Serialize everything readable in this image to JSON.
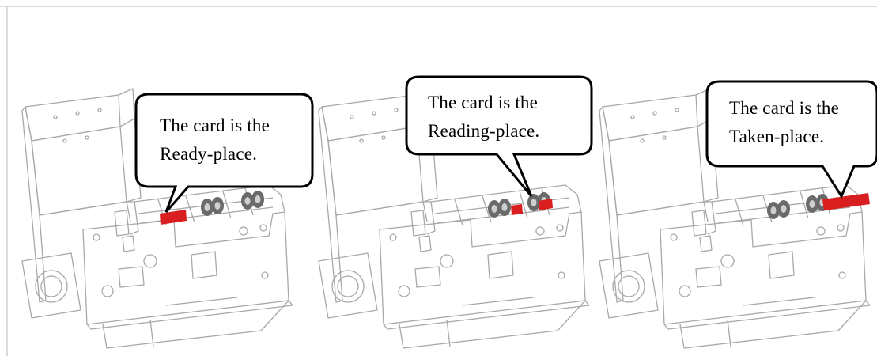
{
  "panels": [
    {
      "callout": {
        "line1": "The card is the",
        "line2": "Ready-place."
      },
      "card_position": "ready"
    },
    {
      "callout": {
        "line1": "The card is the",
        "line2": "Reading-place."
      },
      "card_position": "reading"
    },
    {
      "callout": {
        "line1": "The card is the",
        "line2": "Taken-place."
      },
      "card_position": "taken"
    }
  ],
  "colors": {
    "card": "#d81e1e",
    "machine_line": "#9a9a9a",
    "roller": "#707070",
    "frame_border": "#cfcfcf",
    "callout_border": "#000000"
  }
}
